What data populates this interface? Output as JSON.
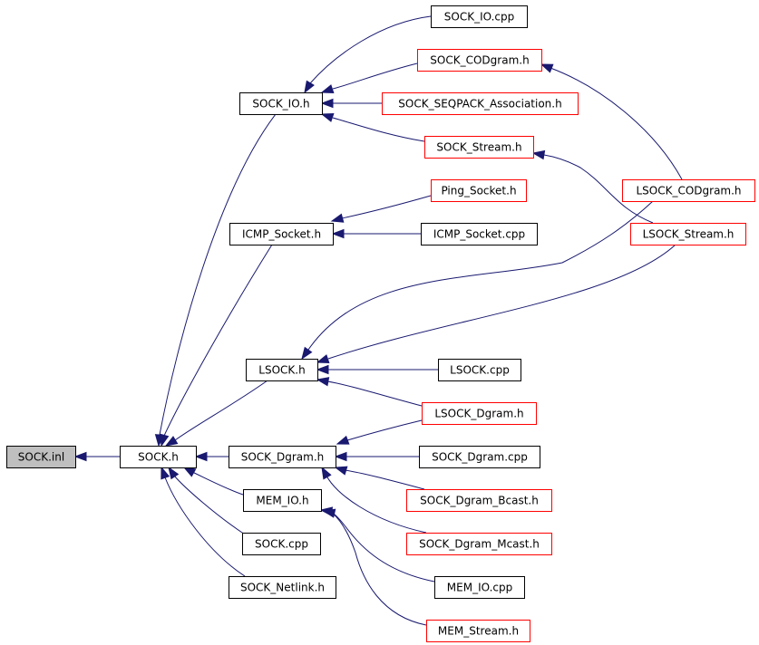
{
  "graph": {
    "nodes": [
      {
        "id": "n_sock_inl",
        "label": "SOCK.inl",
        "style": "root"
      },
      {
        "id": "n_sock_h",
        "label": "SOCK.h",
        "style": "normal"
      },
      {
        "id": "n_sock_io_h",
        "label": "SOCK_IO.h",
        "style": "normal"
      },
      {
        "id": "n_sock_io_cpp",
        "label": "SOCK_IO.cpp",
        "style": "normal"
      },
      {
        "id": "n_sock_codgram_h",
        "label": "SOCK_CODgram.h",
        "style": "red"
      },
      {
        "id": "n_sock_seqpack_h",
        "label": "SOCK_SEQPACK_Association.h",
        "style": "red"
      },
      {
        "id": "n_sock_stream_h",
        "label": "SOCK_Stream.h",
        "style": "red"
      },
      {
        "id": "n_lsock_codgram_h",
        "label": "LSOCK_CODgram.h",
        "style": "red"
      },
      {
        "id": "n_lsock_stream_h",
        "label": "LSOCK_Stream.h",
        "style": "red"
      },
      {
        "id": "n_ping_socket_h",
        "label": "Ping_Socket.h",
        "style": "red"
      },
      {
        "id": "n_icmp_socket_h",
        "label": "ICMP_Socket.h",
        "style": "normal"
      },
      {
        "id": "n_icmp_socket_cpp",
        "label": "ICMP_Socket.cpp",
        "style": "normal"
      },
      {
        "id": "n_lsock_h",
        "label": "LSOCK.h",
        "style": "normal"
      },
      {
        "id": "n_lsock_cpp",
        "label": "LSOCK.cpp",
        "style": "normal"
      },
      {
        "id": "n_lsock_dgram_h",
        "label": "LSOCK_Dgram.h",
        "style": "red"
      },
      {
        "id": "n_sock_dgram_h",
        "label": "SOCK_Dgram.h",
        "style": "normal"
      },
      {
        "id": "n_sock_dgram_cpp",
        "label": "SOCK_Dgram.cpp",
        "style": "normal"
      },
      {
        "id": "n_sock_dgram_bcast_h",
        "label": "SOCK_Dgram_Bcast.h",
        "style": "red"
      },
      {
        "id": "n_sock_dgram_mcast_h",
        "label": "SOCK_Dgram_Mcast.h",
        "style": "red"
      },
      {
        "id": "n_mem_io_h",
        "label": "MEM_IO.h",
        "style": "normal"
      },
      {
        "id": "n_mem_io_cpp",
        "label": "MEM_IO.cpp",
        "style": "normal"
      },
      {
        "id": "n_mem_stream_h",
        "label": "MEM_Stream.h",
        "style": "red"
      },
      {
        "id": "n_sock_cpp",
        "label": "SOCK.cpp",
        "style": "normal"
      },
      {
        "id": "n_sock_netlink_h",
        "label": "SOCK_Netlink.h",
        "style": "normal"
      }
    ],
    "edges": [
      {
        "from": "n_sock_h",
        "to": "n_sock_inl"
      },
      {
        "from": "n_sock_io_h",
        "to": "n_sock_h"
      },
      {
        "from": "n_icmp_socket_h",
        "to": "n_sock_h"
      },
      {
        "from": "n_lsock_h",
        "to": "n_sock_h"
      },
      {
        "from": "n_sock_dgram_h",
        "to": "n_sock_h"
      },
      {
        "from": "n_mem_io_h",
        "to": "n_sock_h"
      },
      {
        "from": "n_sock_cpp",
        "to": "n_sock_h"
      },
      {
        "from": "n_sock_netlink_h",
        "to": "n_sock_h"
      },
      {
        "from": "n_sock_io_cpp",
        "to": "n_sock_io_h"
      },
      {
        "from": "n_sock_codgram_h",
        "to": "n_sock_io_h"
      },
      {
        "from": "n_sock_seqpack_h",
        "to": "n_sock_io_h"
      },
      {
        "from": "n_sock_stream_h",
        "to": "n_sock_io_h"
      },
      {
        "from": "n_lsock_codgram_h",
        "to": "n_sock_codgram_h"
      },
      {
        "from": "n_lsock_stream_h",
        "to": "n_sock_stream_h"
      },
      {
        "from": "n_ping_socket_h",
        "to": "n_icmp_socket_h"
      },
      {
        "from": "n_icmp_socket_cpp",
        "to": "n_icmp_socket_h"
      },
      {
        "from": "n_lsock_codgram_h",
        "to": "n_lsock_h"
      },
      {
        "from": "n_lsock_stream_h",
        "to": "n_lsock_h"
      },
      {
        "from": "n_lsock_cpp",
        "to": "n_lsock_h"
      },
      {
        "from": "n_lsock_dgram_h",
        "to": "n_lsock_h"
      },
      {
        "from": "n_lsock_dgram_h",
        "to": "n_sock_dgram_h"
      },
      {
        "from": "n_sock_dgram_cpp",
        "to": "n_sock_dgram_h"
      },
      {
        "from": "n_sock_dgram_bcast_h",
        "to": "n_sock_dgram_h"
      },
      {
        "from": "n_sock_dgram_mcast_h",
        "to": "n_sock_dgram_h"
      },
      {
        "from": "n_mem_io_cpp",
        "to": "n_mem_io_h"
      },
      {
        "from": "n_mem_stream_h",
        "to": "n_mem_io_h"
      }
    ]
  },
  "colors": {
    "edge": "#191970",
    "root_fill": "#bfbfbf",
    "root_border": "#000000",
    "normal_border": "#000000",
    "red_border": "#ff0000",
    "node_fill": "#ffffff"
  }
}
